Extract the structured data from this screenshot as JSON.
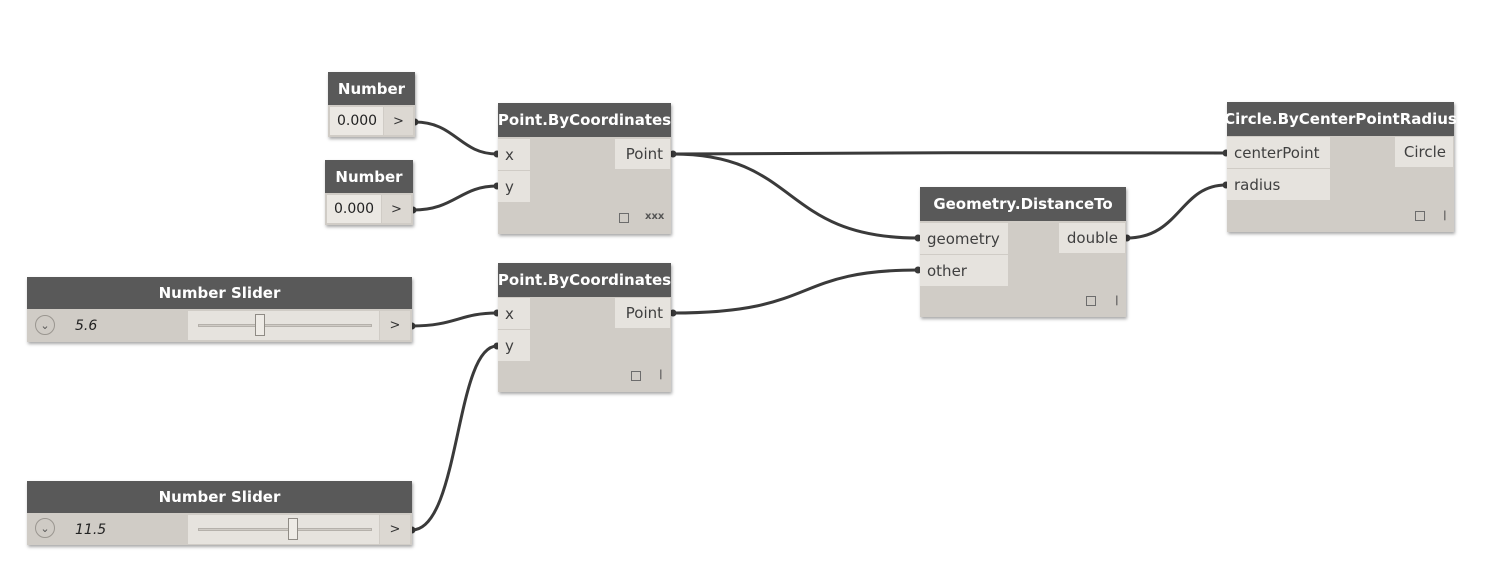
{
  "nodes": {
    "number1": {
      "title": "Number",
      "value": "0.000",
      "out": ">"
    },
    "number2": {
      "title": "Number",
      "value": "0.000",
      "out": ">"
    },
    "slider1": {
      "title": "Number Slider",
      "value": "5.6",
      "fraction": 0.35,
      "out": ">"
    },
    "slider2": {
      "title": "Number Slider",
      "value": "11.5",
      "fraction": 0.55,
      "out": ">"
    },
    "point1": {
      "title": "Point.ByCoordinates",
      "inputs": [
        "x",
        "y"
      ],
      "output": "Point",
      "lacing": "xxx"
    },
    "point2": {
      "title": "Point.ByCoordinates",
      "inputs": [
        "x",
        "y"
      ],
      "output": "Point",
      "lacing": "|"
    },
    "distance": {
      "title": "Geometry.DistanceTo",
      "inputs": [
        "geometry",
        "other"
      ],
      "output": "double",
      "lacing": "|"
    },
    "circle": {
      "title": "Circle.ByCenterPointRadius",
      "inputs": [
        "centerPoint",
        "radius"
      ],
      "output": "Circle",
      "lacing": "|"
    }
  },
  "icons": {
    "expander": "chevron-down-icon",
    "preview": "preview-checkbox-icon"
  },
  "colors": {
    "header": "#595959",
    "node_body": "#d0ccc6",
    "port": "#e6e3de",
    "wire": "#3a3a3a"
  }
}
